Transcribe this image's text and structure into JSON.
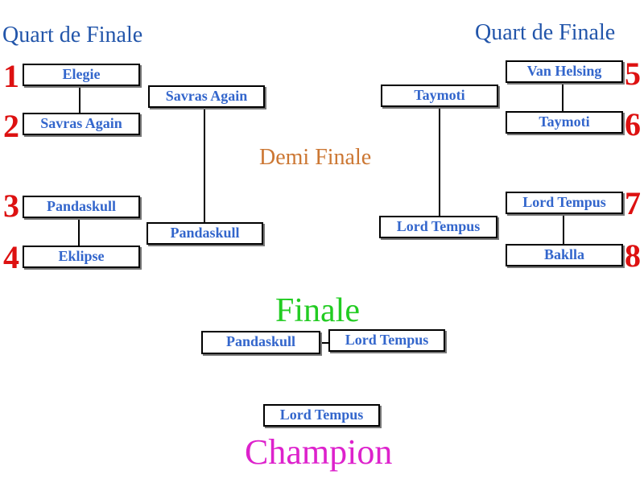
{
  "headings": {
    "quarter_left": "Quart de Finale",
    "quarter_right": "Quart de Finale",
    "semi": "Demi Finale",
    "final": "Finale",
    "champion": "Champion"
  },
  "seeds": [
    "1",
    "2",
    "3",
    "4",
    "5",
    "6",
    "7",
    "8"
  ],
  "quarterfinals": {
    "left": [
      "Elegie",
      "Savras Again",
      "Pandaskull",
      "Eklipse"
    ],
    "right": [
      "Van Helsing",
      "Taymoti",
      "Lord Tempus",
      "Baklla"
    ]
  },
  "semifinals": {
    "left": [
      "Savras Again",
      "Pandaskull"
    ],
    "right": [
      "Taymoti",
      "Lord Tempus"
    ]
  },
  "final": [
    "Pandaskull",
    "Lord Tempus"
  ],
  "champion": "Lord Tempus",
  "colors": {
    "quarter_heading": "#2255aa",
    "semi_heading": "#cc7733",
    "final_heading": "#22cc22",
    "champion_heading": "#dd22cc",
    "seed": "#dd1111",
    "name": "#3366cc"
  }
}
